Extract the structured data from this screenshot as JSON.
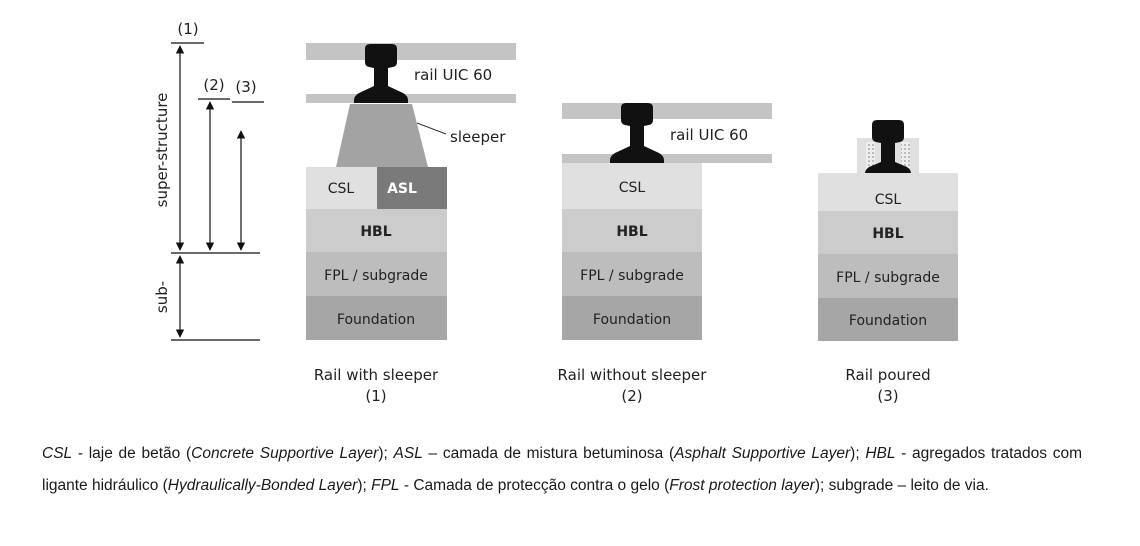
{
  "dimensions": {
    "marker_1": "(1)",
    "marker_2": "(2)",
    "marker_3": "(3)",
    "super_label": "super-structure",
    "sub_label": "sub-"
  },
  "columns": [
    {
      "rail_label": "rail UIC 60",
      "sleeper_label": "sleeper",
      "layers": {
        "csl": "CSL",
        "asl": "ASL",
        "hbl": "HBL",
        "fpl": "FPL / subgrade",
        "foundation": "Foundation"
      },
      "caption": "Rail with sleeper",
      "number": "(1)"
    },
    {
      "rail_label": "rail UIC 60",
      "layers": {
        "csl": "CSL",
        "hbl": "HBL",
        "fpl": "FPL / subgrade",
        "foundation": "Foundation"
      },
      "caption": "Rail without sleeper",
      "number": "(2)"
    },
    {
      "layers": {
        "csl": "CSL",
        "hbl": "HBL",
        "fpl": "FPL / subgrade",
        "foundation": "Foundation"
      },
      "caption": "Rail poured",
      "number": "(3)"
    }
  ],
  "legend": {
    "csl_abbr": "CSL",
    "csl_text": " - laje de betão (",
    "csl_en": "Concrete Supportive Layer",
    "csl_close": "); ",
    "asl_abbr": "ASL",
    "asl_text": " – camada de mistura betuminosa (",
    "asl_en": "Asphalt Supportive Layer",
    "asl_close": "); ",
    "hbl_abbr": "HBL",
    "hbl_text": " - agregados tratados com ligante hidráulico (",
    "hbl_en": "Hydraulically-Bonded Layer",
    "hbl_close": "); ",
    "fpl_abbr": "FPL",
    "fpl_text": " - Camada de protecção contra o gelo (",
    "fpl_en": "Frost protection layer",
    "fpl_close": "); subgrade – leito de via."
  },
  "colors": {
    "csl": "#e0e0e0",
    "asl": "#7a7a7a",
    "hbl": "#cccccc",
    "fpl": "#bdbdbd",
    "foundation": "#a6a6a6",
    "rail": "#111111",
    "beam": "#c4c4c4",
    "sleeper": "#a3a3a3"
  }
}
